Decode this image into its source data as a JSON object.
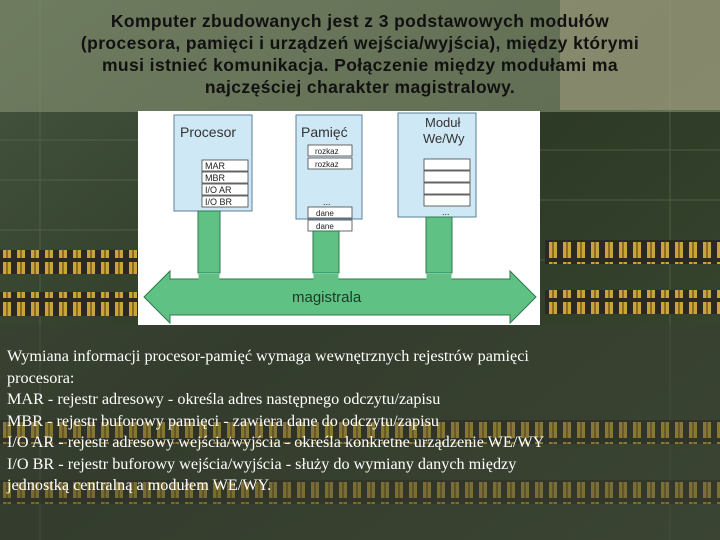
{
  "slide": {
    "title_lines": [
      "Komputer zbudowanych jest z 3 podstawowych modułów",
      "(procesora, pamięci i urządzeń wejścia/wyjścia), między którymi",
      "musi istnieć komunikacja. Połączenie między modułami ma",
      "najczęściej charakter magistralowy."
    ],
    "body_lines": [
      "Wymiana informacji procesor-pamięć wymaga wewnętrznych rejestrów pamięci",
      "procesora:",
      "MAR - rejestr adresowy - określa adres następnego odczytu/zapisu",
      "MBR - rejestr buforowy pamięci - zawiera dane do odczytu/zapisu",
      "I/O AR - rejestr adresowy wejścia/wyjścia - określa konkretne urządzenie WE/WY",
      "I/O BR - rejestr buforowy wejścia/wyjścia - służy do wymiany danych między",
      "jednostką centralną a modułem WE/WY."
    ]
  },
  "diagram": {
    "processor": {
      "label": "Procesor",
      "registers": [
        "MAR",
        "MBR",
        "I/O AR",
        "I/O BR"
      ]
    },
    "memory": {
      "label": "Pamięć",
      "cells": [
        "rozkaz",
        "rozkaz",
        "...",
        "dane",
        "dane"
      ]
    },
    "io_module": {
      "label_line1": "Moduł",
      "label_line2": "We/Wy",
      "ellipsis": "..."
    },
    "bus": {
      "label": "magistrala"
    }
  },
  "colors": {
    "module_fill": "#cfe8f6",
    "module_stroke": "#5a7f99",
    "bus_fill": "#5fc184",
    "bus_stroke": "#2e7a4c",
    "body_text": "#ffffff",
    "title_text": "#111111"
  }
}
